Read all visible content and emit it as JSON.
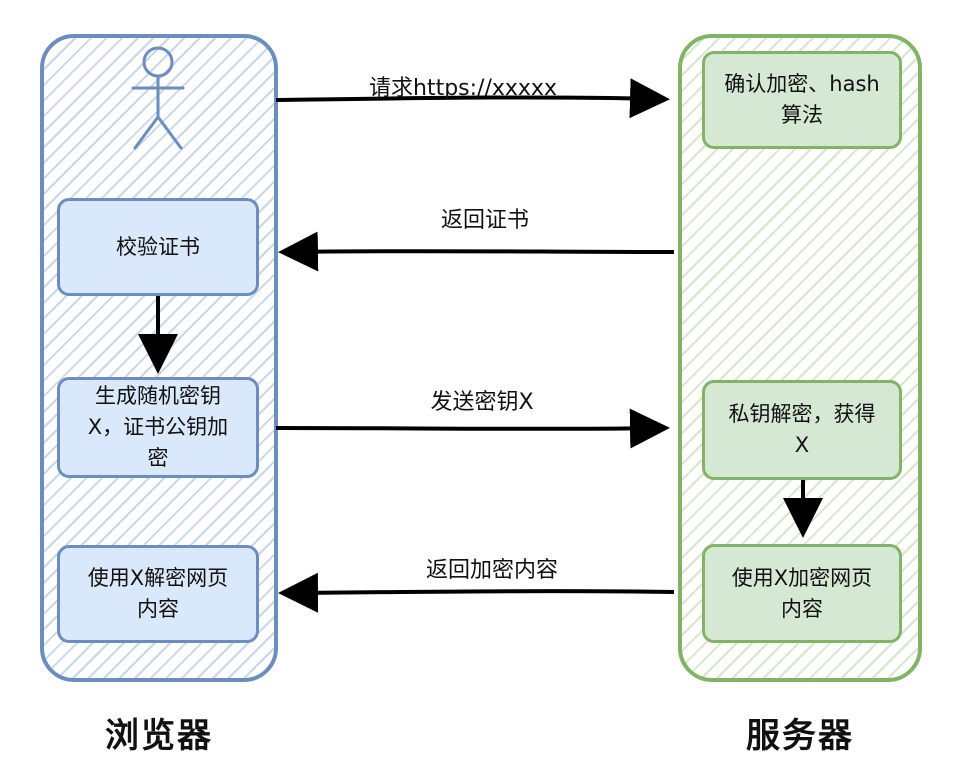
{
  "lanes": {
    "browser": {
      "title": "浏览器"
    },
    "server": {
      "title": "服务器"
    }
  },
  "boxes": {
    "verify_cert": "校验证书",
    "generate_key": "生成随机密钥\nX，证书公钥加\n密",
    "decrypt_page": "使用X解密网页\n内容",
    "confirm_algo": "确认加密、hash\n算法",
    "private_decrypt": "私钥解密，获得\nX",
    "encrypt_page": "使用X加密网页\n内容"
  },
  "messages": {
    "request": "请求https://xxxxx",
    "return_cert": "返回证书",
    "send_key": "发送密钥X",
    "return_content": "返回加密内容"
  },
  "colors": {
    "browser_stroke": "#6c8ebf",
    "browser_fill": "#dae8fc",
    "server_stroke": "#82b366",
    "server_fill": "#d5e8d4",
    "arrow": "#000000"
  }
}
